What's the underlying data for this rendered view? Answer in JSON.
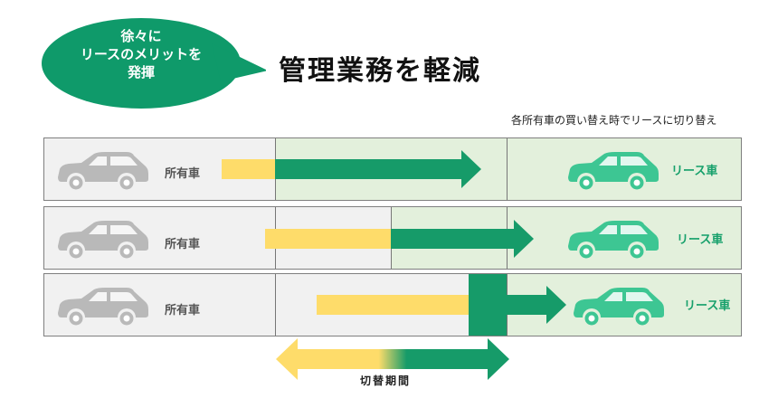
{
  "bubble": {
    "lines": [
      "徐々に",
      "リースのメリットを",
      "発揮"
    ]
  },
  "headline": "管理業務を軽減",
  "caption_top": "各所有車の買い替え時でリースに切り替え",
  "period_label": "切替期間",
  "rows": [
    {
      "owned_label": "所有車",
      "lease_label": "リース車"
    },
    {
      "owned_label": "所有車",
      "lease_label": "リース車"
    },
    {
      "owned_label": "所有車",
      "lease_label": "リース車"
    }
  ],
  "colors": {
    "bubble_green": "#0f9a6a",
    "arrow_green": "#169b69",
    "lease_car_green": "#3dc693",
    "owned_car_gray": "#b9b9b9",
    "yellow": "#fedc6a",
    "light_green_bg": "#e3f0dc"
  },
  "icons": [
    "car-icon"
  ]
}
